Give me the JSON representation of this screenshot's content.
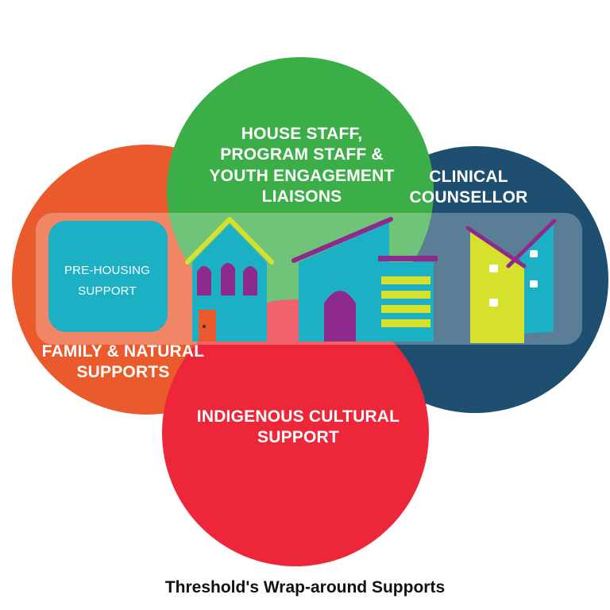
{
  "colors": {
    "orange": "#EB5A2C",
    "green": "#3BAE48",
    "blue": "#1E4F70",
    "red": "#ED2739",
    "teal": "#1CB0C4",
    "purple": "#8E2A8E",
    "lime": "#D5E12C",
    "band": "#FFFFFF"
  },
  "icons": [
    "houses-illustration",
    "door-icon",
    "window-icon"
  ],
  "circles": {
    "green": {
      "lines": [
        "HOUSE STAFF,",
        "PROGRAM STAFF &",
        "YOUTH ENGAGEMENT",
        "LIAISONS"
      ]
    },
    "blue": {
      "lines": [
        "CLINICAL",
        "COUNSELLOR"
      ]
    },
    "orange": {
      "lines": [
        "FAMILY & NATURAL",
        "SUPPORTS"
      ]
    },
    "red": {
      "lines": [
        "INDIGENOUS CULTURAL",
        "SUPPORT"
      ]
    }
  },
  "center": {
    "lines": [
      "PRE-HOUSING",
      "SUPPORT"
    ]
  },
  "caption": "Threshold's Wrap-around Supports"
}
